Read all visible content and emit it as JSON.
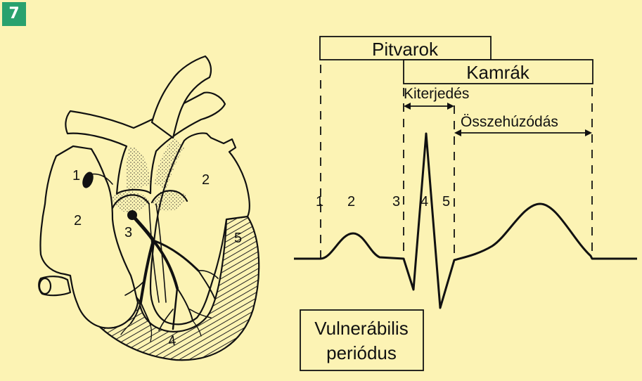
{
  "figure_number": "7",
  "heart_labels": [
    "1",
    "2",
    "2",
    "3",
    "4",
    "5"
  ],
  "ecg": {
    "bar_atria": "Pitvarok",
    "bar_ventricles": "Kamrák",
    "depolarization": "Kiterjedés",
    "contraction": "Összehúzódás",
    "point_labels": [
      "1",
      "2",
      "3",
      "4",
      "5"
    ],
    "vulnerable_line1": "Vulnerábilis",
    "vulnerable_line2": "periódus"
  },
  "colors": {
    "background": "#fcf3b4",
    "badge": "#29a16e",
    "ink": "#111111"
  }
}
